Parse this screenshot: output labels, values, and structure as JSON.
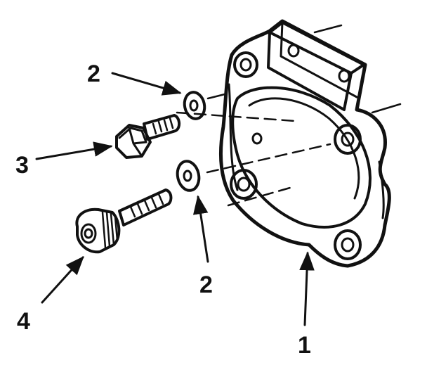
{
  "callouts": {
    "housing": "1",
    "washer_upper": "2",
    "washer_lower": "2",
    "hex_bolt": "3",
    "socket_screw": "4"
  },
  "colors": {
    "ink": "#111111",
    "background": "#ffffff"
  }
}
